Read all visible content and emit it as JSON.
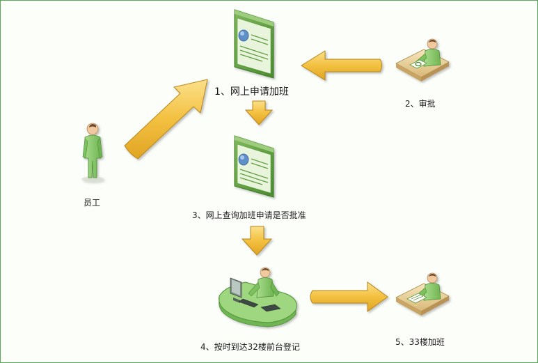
{
  "diagram": {
    "steps": {
      "step1": "1、网上申请加班",
      "step2": "2、审批",
      "step3": "3、网上查询加班申请是否批准",
      "step4": "4、按时到达32楼前台登记",
      "step5": "5、33楼加班"
    },
    "actor": "员工"
  },
  "colors": {
    "arrow_fill": "#f3c040",
    "arrow_stroke": "#b8861a",
    "person_green": "#8fcf72",
    "form_green": "#5e9c3e",
    "border": "#5aa85a"
  },
  "icons": {
    "employee": "standing-person-icon",
    "approver": "person-at-desk-icon",
    "web_form": "web-form-icon",
    "workstation": "computer-workstation-icon"
  }
}
